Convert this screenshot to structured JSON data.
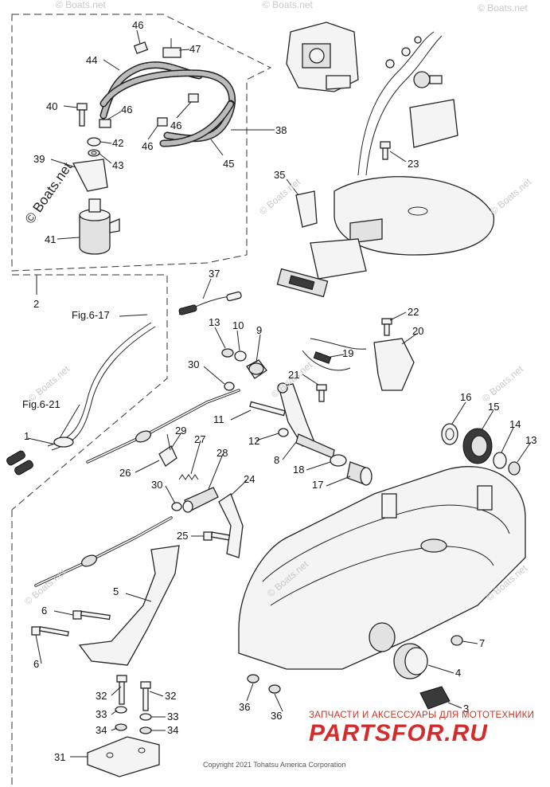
{
  "callouts": [
    {
      "n": "46",
      "label": "46"
    },
    {
      "n": "47",
      "label": "47"
    },
    {
      "n": "44",
      "label": "44"
    },
    {
      "n": "40",
      "label": "40"
    },
    {
      "n": "46b",
      "label": "46"
    },
    {
      "n": "42",
      "label": "42"
    },
    {
      "n": "46c",
      "label": "46"
    },
    {
      "n": "46d",
      "label": "46"
    },
    {
      "n": "43",
      "label": "43"
    },
    {
      "n": "39",
      "label": "39"
    },
    {
      "n": "45",
      "label": "45"
    },
    {
      "n": "38",
      "label": "38"
    },
    {
      "n": "41",
      "label": "41"
    },
    {
      "n": "35",
      "label": "35"
    },
    {
      "n": "23",
      "label": "23"
    },
    {
      "n": "2",
      "label": "2"
    },
    {
      "n": "37",
      "label": "37"
    },
    {
      "n": "13",
      "label": "13"
    },
    {
      "n": "10",
      "label": "10"
    },
    {
      "n": "9",
      "label": "9"
    },
    {
      "n": "22",
      "label": "22"
    },
    {
      "n": "20",
      "label": "20"
    },
    {
      "n": "19",
      "label": "19"
    },
    {
      "n": "30",
      "label": "30"
    },
    {
      "n": "21",
      "label": "21"
    },
    {
      "n": "16",
      "label": "16"
    },
    {
      "n": "15",
      "label": "15"
    },
    {
      "n": "11",
      "label": "11"
    },
    {
      "n": "14",
      "label": "14"
    },
    {
      "n": "13b",
      "label": "13"
    },
    {
      "n": "1",
      "label": "1"
    },
    {
      "n": "29",
      "label": "29"
    },
    {
      "n": "27",
      "label": "27"
    },
    {
      "n": "12",
      "label": "12"
    },
    {
      "n": "8",
      "label": "8"
    },
    {
      "n": "18",
      "label": "18"
    },
    {
      "n": "26",
      "label": "26"
    },
    {
      "n": "28",
      "label": "28"
    },
    {
      "n": "17",
      "label": "17"
    },
    {
      "n": "24",
      "label": "24"
    },
    {
      "n": "30b",
      "label": "30"
    },
    {
      "n": "25",
      "label": "25"
    },
    {
      "n": "5",
      "label": "5"
    },
    {
      "n": "6",
      "label": "6"
    },
    {
      "n": "7",
      "label": "7"
    },
    {
      "n": "6b",
      "label": "6"
    },
    {
      "n": "4",
      "label": "4"
    },
    {
      "n": "32",
      "label": "32"
    },
    {
      "n": "32b",
      "label": "32"
    },
    {
      "n": "36",
      "label": "36"
    },
    {
      "n": "36b",
      "label": "36"
    },
    {
      "n": "3",
      "label": "3"
    },
    {
      "n": "33",
      "label": "33"
    },
    {
      "n": "33b",
      "label": "33"
    },
    {
      "n": "34",
      "label": "34"
    },
    {
      "n": "34b",
      "label": "34"
    },
    {
      "n": "31",
      "label": "31"
    }
  ],
  "references": {
    "fig_6_17": "Fig.6-17",
    "fig_6_21": "Fig.6-21"
  },
  "watermark": "© Boats.net",
  "footer": {
    "ad_line1": "ЗАПЧАСТИ И АКСЕССУАРЫ ДЛЯ МОТОТЕХНИКИ",
    "ad_line2": "PARTSFOR.RU",
    "copyright": "Copyright 2021 Tohatsu America Corporation"
  },
  "colors": {
    "line": "#222222",
    "watermark": "#c9c9c9",
    "ad_red": "#d42b2b"
  }
}
